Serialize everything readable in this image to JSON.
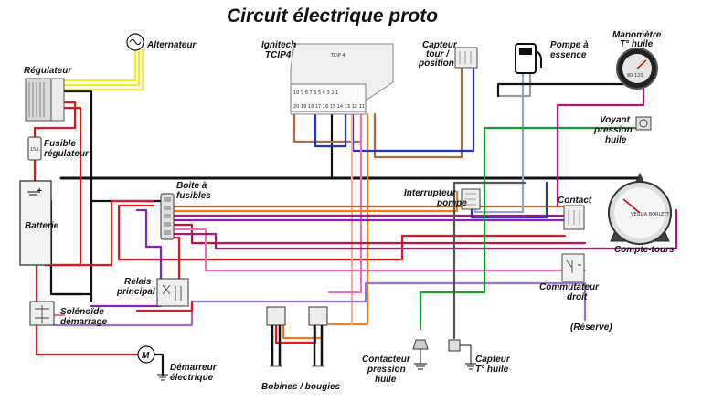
{
  "title": "Circuit électrique proto",
  "labels": {
    "alternateur": "Alternateur",
    "ignitech_1": "Ignitech",
    "ignitech_2": "TCIP4",
    "ignitech_box": "TCIP 4",
    "capteur_tour_1": "Capteur",
    "capteur_tour_2": "tour /",
    "capteur_tour_3": "position",
    "pompe_1": "Pompe à",
    "pompe_2": "essence",
    "manometre_1": "Manomètre",
    "manometre_2": "T° huile",
    "regulateur": "Régulateur",
    "fusible_1": "Fusible",
    "fusible_2": "régulateur",
    "voyant_1": "Voyant",
    "voyant_2": "pression",
    "voyant_3": "huile",
    "batterie": "Batterie",
    "boite_1": "Boite à",
    "boite_2": "fusibles",
    "interrupteur_1": "Interrupteur",
    "interrupteur_2": "pompe",
    "contact": "Contact",
    "compte_tours": "Compte-tours",
    "relais_1": "Relais",
    "relais_2": "principal",
    "commutateur_1": "Commutateur",
    "commutateur_2": "droit",
    "solenoide_1": "Solénoïde",
    "solenoide_2": "démarrage",
    "reserve": "(Réserve)",
    "demarreur_1": "Démarreur",
    "demarreur_2": "électrique",
    "contacteur_1": "Contacteur",
    "contacteur_2": "pression",
    "contacteur_3": "huile",
    "capteur_t_1": "Capteur",
    "capteur_t_2": "T° huile",
    "bobines": "Bobines / bougies",
    "motor_symbol": "M",
    "fuse_value": "15A",
    "tacho_brand": "VEGLIA BORLETTI"
  },
  "colors": {
    "black": "#111111",
    "red": "#e8141b",
    "yellow": "#f4ee2a",
    "blue": "#2233cc",
    "brown": "#b06a35",
    "orange": "#f07d1a",
    "pink": "#ee6fb6",
    "magenta": "#b0147a",
    "purple": "#8e1fbf",
    "green": "#1c9c2a",
    "lightblue": "#8ea4d8",
    "salmon": "#f4b09a",
    "gray": "#9a9a9a",
    "violet": "#9b6fd8",
    "crimson": "#c4123e"
  }
}
